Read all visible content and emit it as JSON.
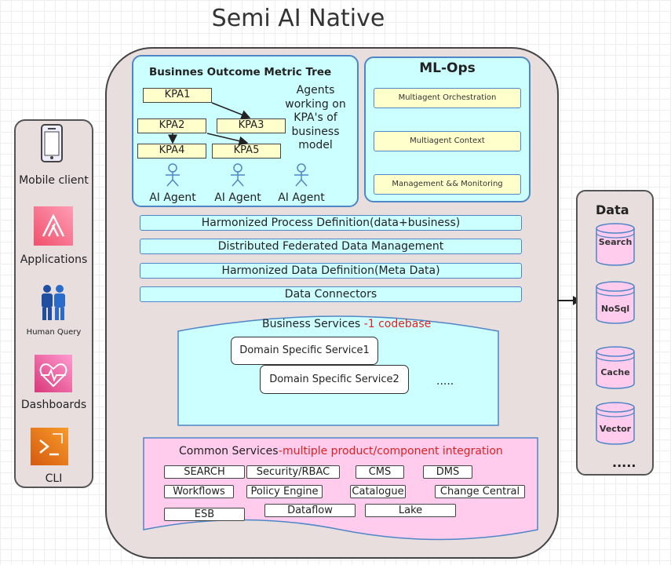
{
  "title": "Semi AI Native",
  "clients": [
    {
      "label": "Mobile client",
      "icon": "mobile-phone-icon"
    },
    {
      "label": "Applications",
      "icon": "applications-icon"
    },
    {
      "label": "Human Query",
      "icon": "human-query-icon"
    },
    {
      "label": "Dashboards",
      "icon": "dashboards-icon"
    },
    {
      "label": "CLI",
      "icon": "cli-icon"
    }
  ],
  "metric_tree": {
    "title": "Businnes Outcome Metric Tree",
    "kpas": [
      "KPA1",
      "KPA2",
      "KPA3",
      "KPA4",
      "KPA5"
    ],
    "note": [
      "Agents",
      "working on",
      "KPA's of",
      "business",
      "model"
    ],
    "agents": [
      "AI Agent",
      "AI Agent",
      "AI Agent"
    ]
  },
  "mlops": {
    "title": "ML-Ops",
    "items": [
      "Multiagent Orchestration",
      "Multiagent Context",
      "Management && Monitoring"
    ]
  },
  "layers": [
    "Harmonized Process Definition(data+business)",
    "Distributed Federated Data Management",
    "Harmonized Data Definition(Meta Data)",
    "Data Connectors"
  ],
  "business_services": {
    "title": "Business Services",
    "title_accent": "-1 codebase",
    "services": [
      "Domain Specific Service1",
      "Domain Specific Service2"
    ],
    "more": "....."
  },
  "common_services": {
    "title": "Common Services",
    "title_accent": "-multiple product/component integration",
    "items": [
      "SEARCH",
      "Security/RBAC",
      "CMS",
      "DMS",
      "Workflows",
      "Policy Engine",
      "Catalogue",
      "Change Central",
      "ESB",
      "Dataflow",
      "Lake"
    ]
  },
  "data": {
    "title": "Data",
    "stores": [
      "Search",
      "NoSql",
      "Cache",
      "Vector"
    ],
    "more": "....."
  },
  "colors": {
    "accent_red": "#e02020",
    "light_cyan": "#ccffff",
    "light_yellow": "#ffffcc",
    "pink": "#ffccee",
    "border_blue": "#4f86c6"
  }
}
